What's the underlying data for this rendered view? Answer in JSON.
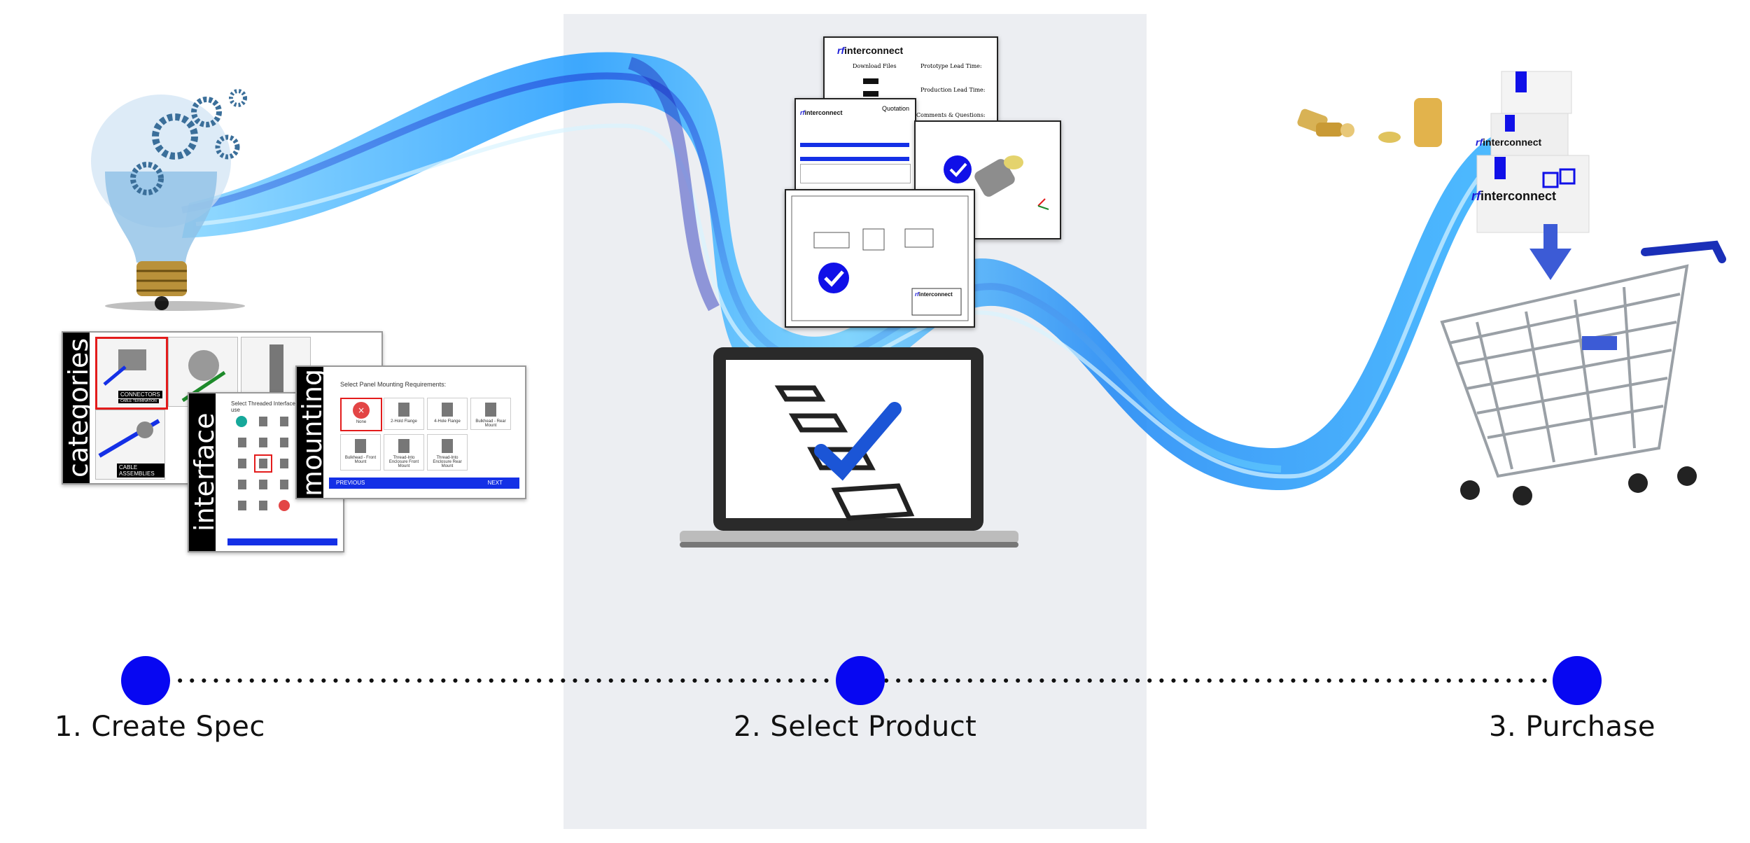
{
  "steps": [
    {
      "label": "1. Create Spec"
    },
    {
      "label": "2. Select Product"
    },
    {
      "label": "3. Purchase"
    }
  ],
  "colors": {
    "accent": "#0707f2",
    "panel": "#eceef2",
    "ribbon": "#1e9bff"
  },
  "spec": {
    "tab_categories": "categories",
    "tab_interface": "interface",
    "tab_mounting": "mounting",
    "connectors_label": "CONNECTORS",
    "connectors_sub": "CABLE TERMINATION",
    "assemblies_label": "CABLE ASSEMBLIES",
    "interface_prompt": "Select Threaded Interface preference to use",
    "mounting_prompt": "Select Panel Mounting Requirements:",
    "mount_options": [
      "None",
      "2-Hold Flange",
      "4-Hole Flange",
      "Bulkhead - Rear Mount",
      "Bulkhead - Front Mount",
      "Thread-Into Enclosure Front Mount",
      "Thread-Into Enclosure Rear Mount"
    ],
    "prev_label": "PREVIOUS",
    "next_label": "NEXT"
  },
  "docs": {
    "brand_rf": "rf",
    "brand_name": "interconnect",
    "download_files": "Download Files",
    "prototype_lead": "Prototype Lead Time:",
    "production_lead": "Production Lead Time:",
    "comments": "Comments & Questions:",
    "quotation": "Quotation"
  },
  "icons": [
    "lightbulb-gears-icon",
    "checklist-laptop-icon",
    "shopping-cart-icon",
    "boxes-icon",
    "checkmark-badge-icon"
  ]
}
